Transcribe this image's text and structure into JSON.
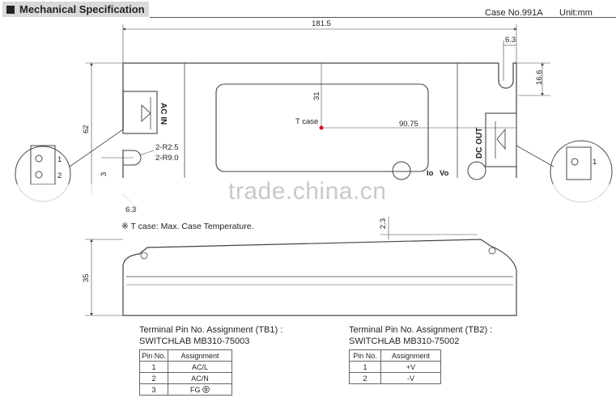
{
  "header": {
    "title": "Mechanical Specification",
    "case_no": "Case No.991A",
    "unit": "Unit:mm"
  },
  "dimensions": {
    "overall_length": "181.5",
    "right_offset": "6.3",
    "right_height": "16.6",
    "height": "62",
    "tcase_y": "31",
    "tcase_x": "90.75",
    "left_small_offset": "3",
    "bottom_offset": "6.3",
    "side_height": "35",
    "side_gap": "2.3"
  },
  "labels": {
    "tcase": "T case",
    "radius_small": "2-R2.5",
    "radius_large": "2-R9.0",
    "ac_in": "AC IN",
    "dc_out": "DC OUT",
    "io": "Io",
    "vo": "Vo",
    "pin1_left": "1",
    "pin2_left": "2",
    "pin1_right": "1"
  },
  "note": "※ T case: Max. Case Temperature.",
  "watermark": "trade.china.cn",
  "tb1": {
    "title": "Terminal Pin No.  Assignment (TB1) :",
    "model": "SWITCHLAB MB310-75003",
    "headers": [
      "Pin No.",
      "Assignment"
    ],
    "rows": [
      [
        "1",
        "AC/L"
      ],
      [
        "2",
        "AC/N"
      ],
      [
        "3",
        "FG"
      ]
    ]
  },
  "tb2": {
    "title": "Terminal Pin No.  Assignment (TB2) :",
    "model": "SWITCHLAB MB310-75002",
    "headers": [
      "Pin No.",
      "Assignment"
    ],
    "rows": [
      [
        "1",
        "+V"
      ],
      [
        "2",
        "-V"
      ]
    ]
  }
}
